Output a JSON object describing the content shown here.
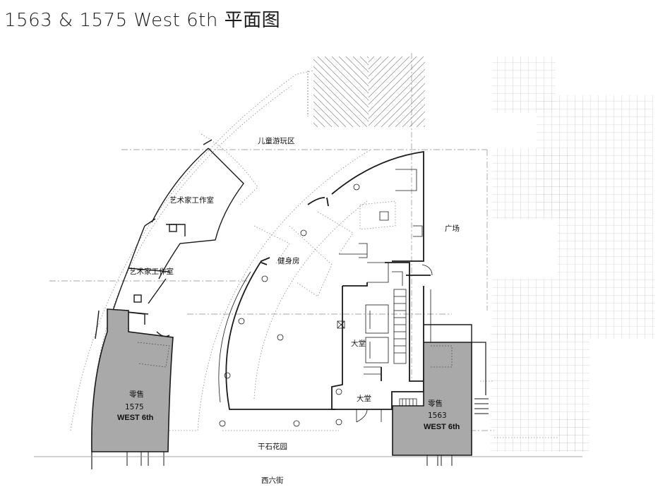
{
  "title": "1563 & 1575 West 6th 平面图",
  "labels": {
    "children_play_area": "儿童游玩区",
    "artist_studio_1": "艺术家工作室",
    "artist_studio_2": "艺术家工作室",
    "gym": "健身房",
    "plaza": "广场",
    "lobby_1": "大堂",
    "lobby_2": "大堂",
    "retail_1575_type": "零售",
    "retail_1575_number": "1575",
    "retail_1575_street": "WEST 6th",
    "retail_1563_type": "零售",
    "retail_1563_number": "1563",
    "retail_1563_street": "WEST 6th",
    "dry_rock_garden": "干石花园",
    "street": "西六街"
  },
  "colors": {
    "retail_fill": "#a9a9a9",
    "wall": "#1a1a1a",
    "dotted": "#8a8a8a",
    "grid": "#b5b5b5"
  }
}
